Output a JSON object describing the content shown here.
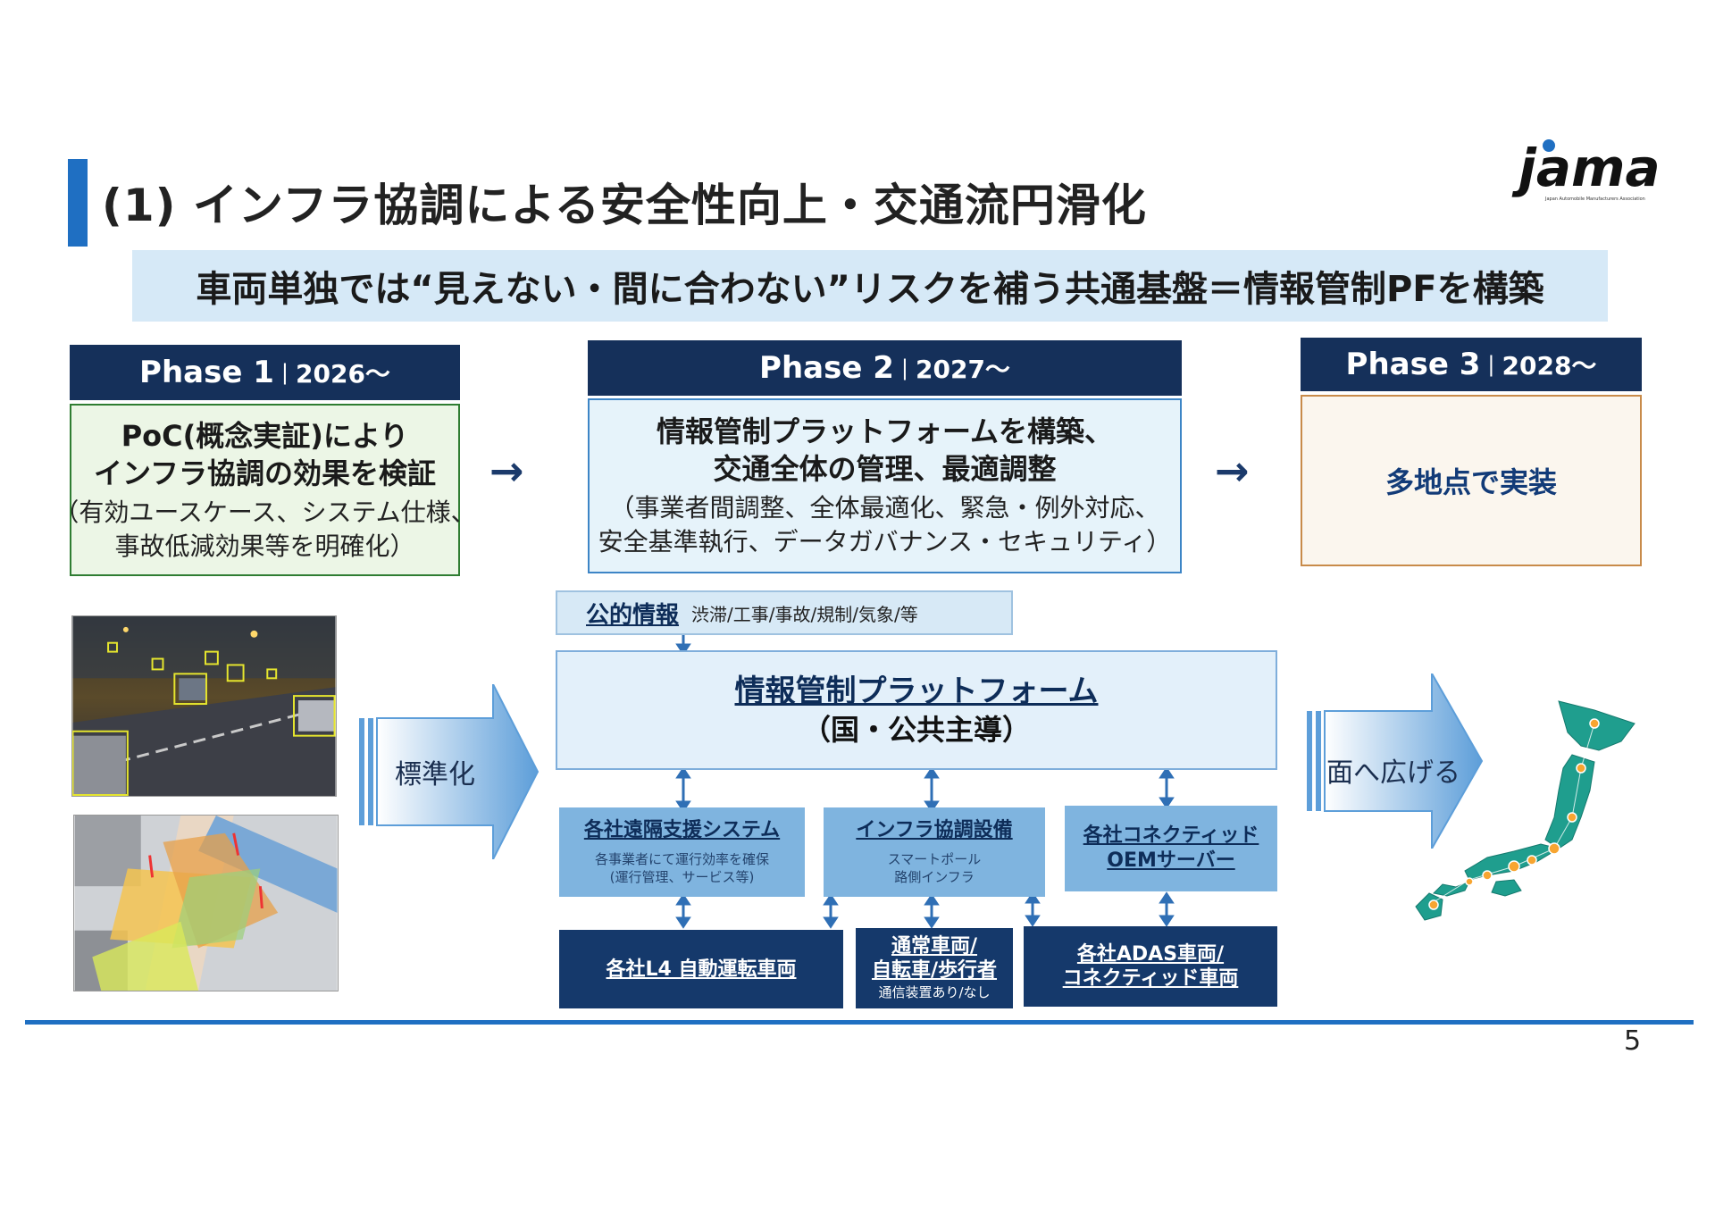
{
  "title": "(1) インフラ協調による安全性向上・交通流円滑化",
  "logo": {
    "name": "jama",
    "tagline": "Japan Automobile Manufacturers Association"
  },
  "subtitle": "車両単独では“見えない・間に合わない”リスクを補う共通基盤＝情報管制PFを構築",
  "phases": [
    {
      "name": "Phase 1",
      "year": "2026～",
      "bold": [
        "PoC(概念実証)により",
        "インフラ協調の効果を検証"
      ],
      "plain": [
        "（有効ユースケース、システム仕様、",
        "事故低減効果等を明確化）"
      ]
    },
    {
      "name": "Phase 2",
      "year": "2027～",
      "bold": [
        "情報管制プラットフォームを構築、",
        "交通全体の管理、最適調整"
      ],
      "plain": [
        "（事業者間調整、全体最適化、緊急・例外対応、",
        "安全基準執行、データガバナンス・セキュリティ）"
      ]
    },
    {
      "name": "Phase 3",
      "year": "2028～",
      "text": "多地点で実装"
    }
  ],
  "public_info": {
    "title": "公的情報",
    "items": "渋滞/工事/事故/規制/気象/等"
  },
  "platform": {
    "line1": "情報管制プラットフォーム",
    "line2": "（国・公共主導）"
  },
  "standardize_label": "標準化",
  "expand_label": "面へ広げる",
  "systems": [
    {
      "title": "各社遠隔支援システム",
      "sub1": "各事業者にて運行効率を確保",
      "sub2": "(運行管理、サービス等)"
    },
    {
      "title": "インフラ協調設備",
      "sub1": "スマートポール",
      "sub2": "路側インフラ"
    },
    {
      "title": "各社コネクティッド",
      "title2": "OEMサーバー"
    }
  ],
  "vehicles": [
    {
      "title": "各社L4 自動運転車両"
    },
    {
      "title": "通常車両/",
      "title2": "自転車/歩行者",
      "sub": "通信装置あり/なし"
    },
    {
      "title": "各社ADAS車両/",
      "title2": "コネクティッド車両"
    }
  ],
  "page_number": "5",
  "colors": {
    "accent": "#1f6fc2",
    "navy": "#15305a",
    "light_blue": "#d6e9f7",
    "green": "#2f7d32",
    "orange": "#c88b4a"
  }
}
